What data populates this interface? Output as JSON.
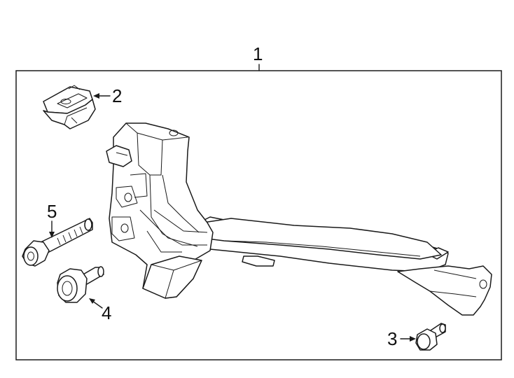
{
  "callouts": [
    {
      "number": "1",
      "part": "bracket-assembly"
    },
    {
      "number": "2",
      "part": "clip"
    },
    {
      "number": "3",
      "part": "small-bolt"
    },
    {
      "number": "4",
      "part": "flange-bolt"
    },
    {
      "number": "5",
      "part": "long-bolt"
    }
  ],
  "colors": {
    "line": "#1a1a1a",
    "background": "#ffffff"
  }
}
